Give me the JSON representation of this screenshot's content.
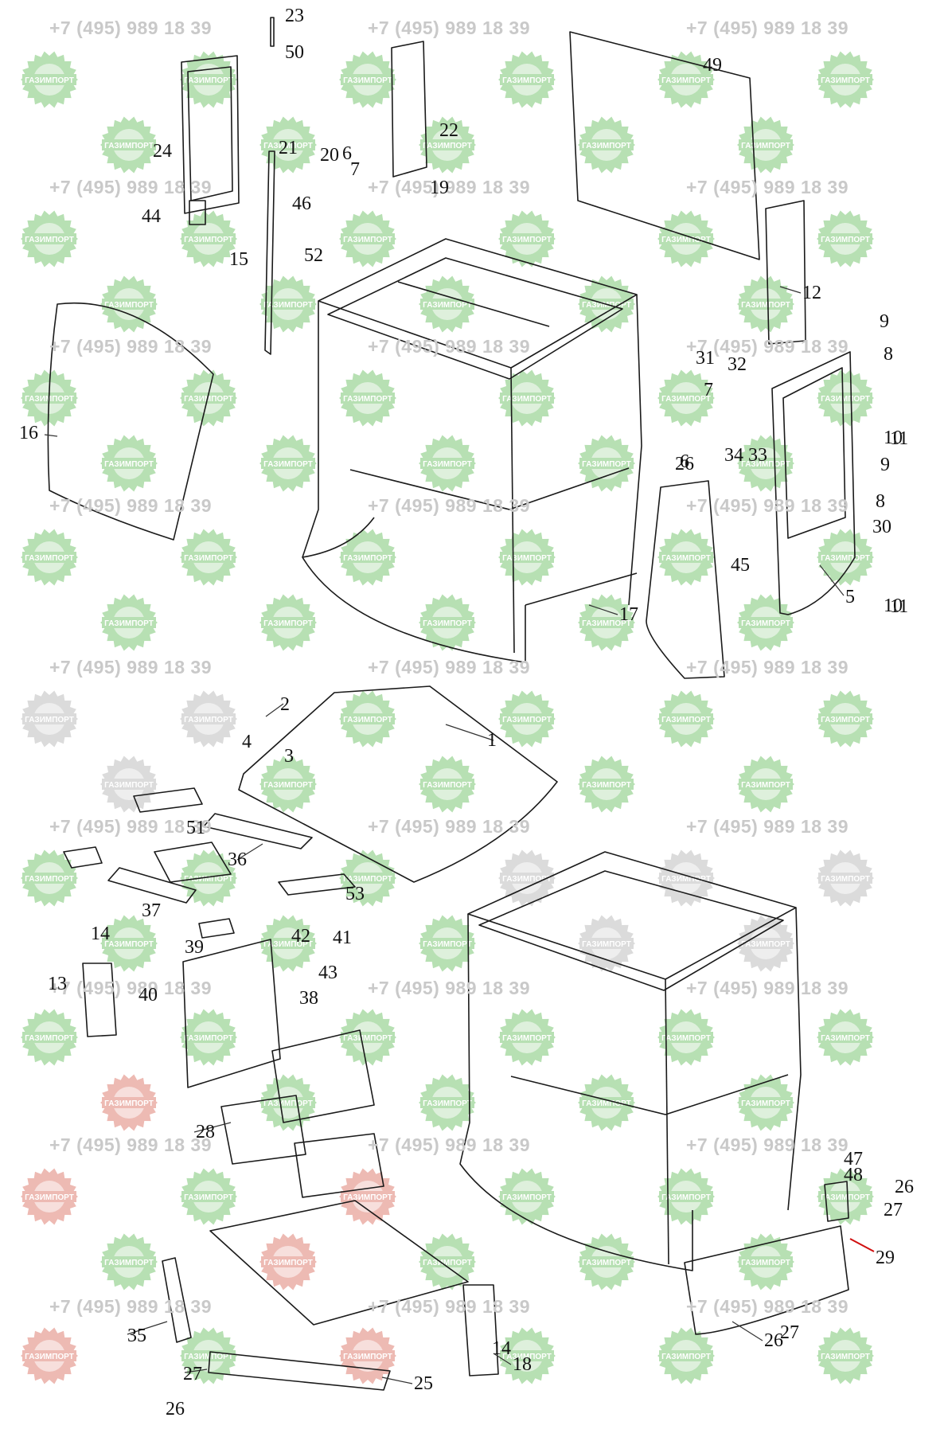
{
  "watermark": {
    "phone": "+7 (495) 989 18 39",
    "brand": "ГАЗИМПОРТ",
    "colors": {
      "green": "#9fd69a",
      "red": "#e8a39a",
      "grey": "#cfcfcf",
      "phone": "#c9c9c9"
    }
  },
  "callouts": [
    "1",
    "2",
    "3",
    "4",
    "5",
    "6",
    "6",
    "7",
    "7",
    "8",
    "8",
    "9",
    "9",
    "10",
    "10",
    "11",
    "11",
    "12",
    "13",
    "14",
    "14",
    "15",
    "16",
    "17",
    "18",
    "19",
    "20",
    "21",
    "22",
    "23",
    "24",
    "25",
    "26",
    "26",
    "26",
    "26",
    "27",
    "27",
    "27",
    "28",
    "29",
    "30",
    "31",
    "32",
    "33",
    "34",
    "35",
    "36",
    "37",
    "38",
    "39",
    "40",
    "41",
    "42",
    "43",
    "44",
    "45",
    "46",
    "47",
    "48",
    "49",
    "50",
    "51",
    "52",
    "53"
  ],
  "colors": {
    "line": "#1a1a1a",
    "leader": "#333333",
    "highlight_leader": "#d01010",
    "paper": "#ffffff"
  }
}
